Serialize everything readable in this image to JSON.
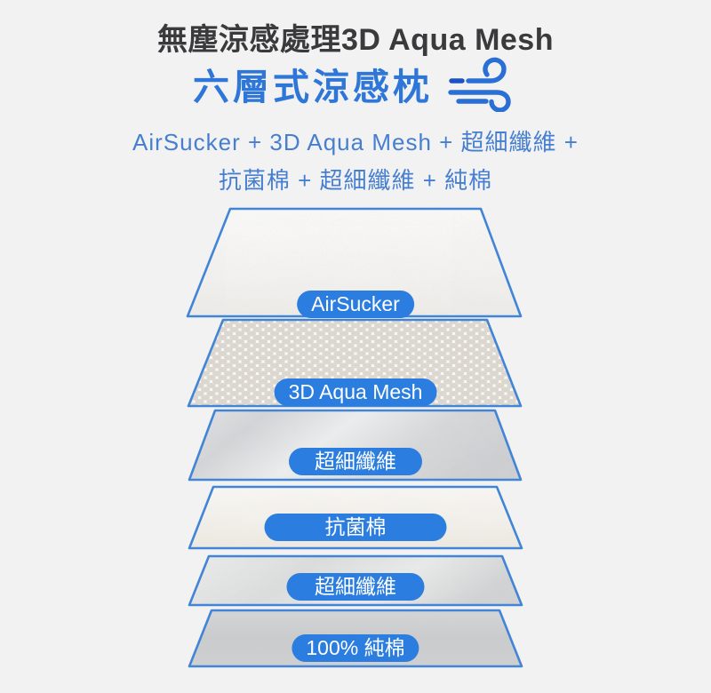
{
  "header": {
    "title": "無塵涼感處理3D Aqua Mesh",
    "subtitle": "六層式涼感枕",
    "subtitle_icon": "wind-icon",
    "formula_line1": "AirSucker + 3D Aqua Mesh + 超細纖維 +",
    "formula_line2": "抗菌棉 + 超細纖維 + 純棉"
  },
  "layers": [
    {
      "label": "AirSucker",
      "texture": "crinkled-white-fabric"
    },
    {
      "label": "3D Aqua Mesh",
      "texture": "honeycomb-mesh"
    },
    {
      "label": "超細纖維",
      "texture": "silver-microfiber"
    },
    {
      "label": "抗菌棉",
      "texture": "white-antibacterial-cotton"
    },
    {
      "label": "超細纖維",
      "texture": "silver-microfiber"
    },
    {
      "label": "100% 純棉",
      "texture": "gray-cotton-weave"
    }
  ],
  "colors": {
    "background": "#f2f2f3",
    "title_text": "#3a3a3c",
    "subtitle_blue": "#2e77d8",
    "formula_blue": "#477fd0",
    "pill_blue": "#2b7de0",
    "layer_outline_blue": "#4285d6"
  }
}
